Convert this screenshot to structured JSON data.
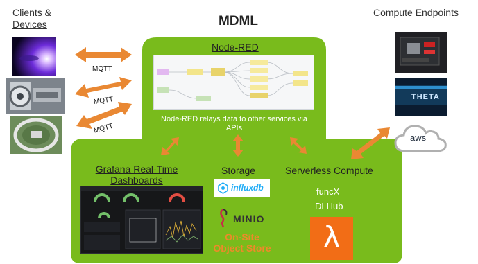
{
  "title": "MDML",
  "colors": {
    "green": "#79bb1c",
    "green_dark": "#5e9a0d",
    "orange": "#e98833",
    "lambda_orange": "#f26d16",
    "object_store_orange": "#ee8a2a",
    "aws_gray": "#b0b0b0"
  },
  "clients": {
    "heading_line1": "Clients &",
    "heading_line2": "Devices",
    "mqtt_labels": [
      "MQTT",
      "MQTT",
      "MQTT"
    ]
  },
  "compute_endpoints": {
    "heading": "Compute Endpoints",
    "theta_label": "THETA",
    "aws_label": "aws"
  },
  "node_red": {
    "title": "Node-RED",
    "caption_line1": "Node-RED relays data to other services via",
    "caption_line2": "APIs"
  },
  "grafana": {
    "title_line1": "Grafana Real-Time",
    "title_line2": "Dashboards"
  },
  "storage": {
    "title": "Storage",
    "influx_label": "influxdb",
    "minio_label": "MINIO",
    "object_store_line1": "On-Site",
    "object_store_line2": "Object Store"
  },
  "serverless": {
    "title": "Serverless Compute",
    "item1": "funcX",
    "item2": "DLHub",
    "lambda_symbol": "λ"
  }
}
